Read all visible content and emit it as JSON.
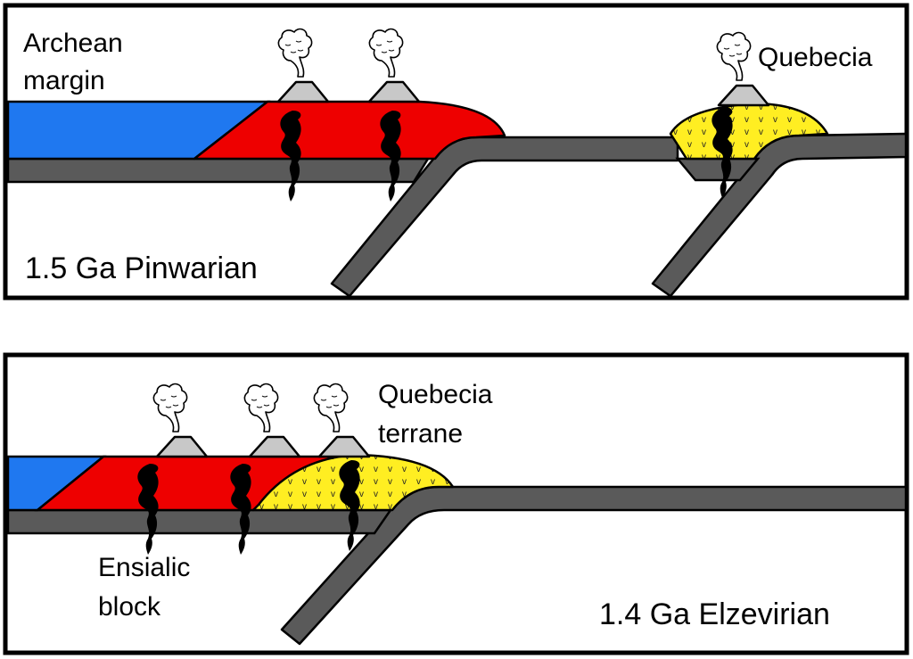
{
  "panels": [
    {
      "title": "1.5 Ga Pinwarian",
      "labels": {
        "archean_line1": "Archean",
        "archean_line2": "margin",
        "quebecia": "Quebecia"
      }
    },
    {
      "title": "1.4 Ga Elzevirian",
      "labels": {
        "quebecia_line1": "Quebecia",
        "quebecia_line2": "terrane",
        "ensialic_line1": "Ensialic",
        "ensialic_line2": "block"
      }
    }
  ],
  "colors": {
    "archean_crust": "#1f78f0",
    "arc_crust": "#ee0000",
    "quebecia_terrane": "#ffee22",
    "oceanic_plate": "#5a5a5a",
    "volcano": "#c8c8c8",
    "magma": "#000000",
    "frame": "#000000"
  },
  "symbols": {
    "volcanic_fill": "v"
  }
}
